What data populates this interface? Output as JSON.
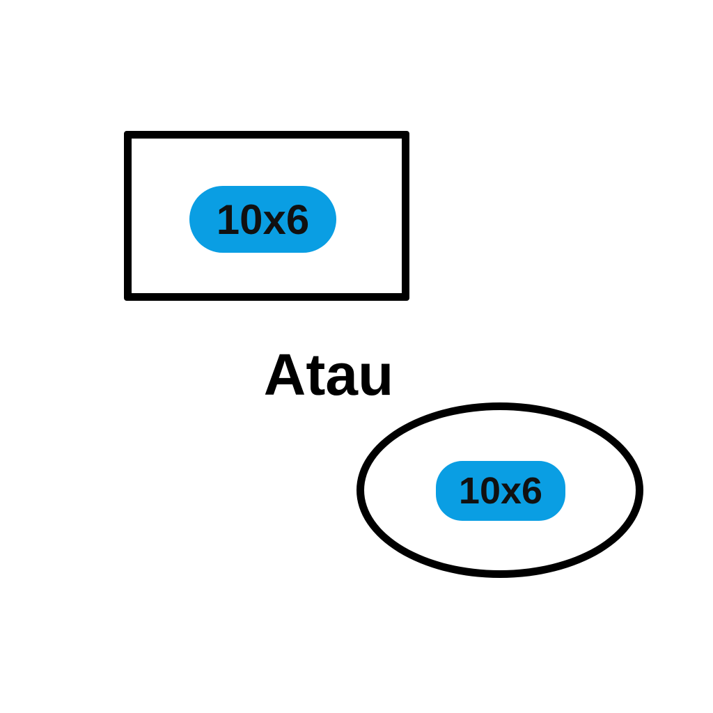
{
  "options": [
    {
      "shape": "rectangle",
      "label": "10x6"
    },
    {
      "shape": "ellipse",
      "label": "10x6"
    }
  ],
  "connector": "Atau",
  "colors": {
    "badge": "#0a9ee3",
    "outline": "#000000",
    "text": "#111111",
    "background": "#ffffff"
  }
}
